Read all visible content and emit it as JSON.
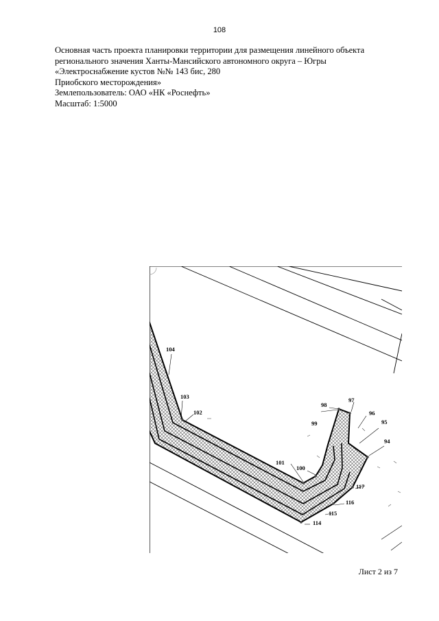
{
  "page_number": "108",
  "header": {
    "lines": [
      "Основная часть проекта планировки территории для размещения линейного объекта",
      "регионального значения Ханты-Мансийского автономного округа – Югры",
      "«Электроснабжение кустов №№ 143 бис, 280",
      "Приобского месторождения»",
      "Землепользователь: ОАО «НК «Роснефть»",
      "Масштаб: 1:5000"
    ]
  },
  "map": {
    "point_labels": [
      "104",
      "103",
      "102",
      "101",
      "100",
      "99",
      "98",
      "97",
      "96",
      "95",
      "94",
      "117",
      "116",
      "115",
      "114"
    ]
  },
  "footer": {
    "sheet_label": "Лист 2 из 7"
  }
}
